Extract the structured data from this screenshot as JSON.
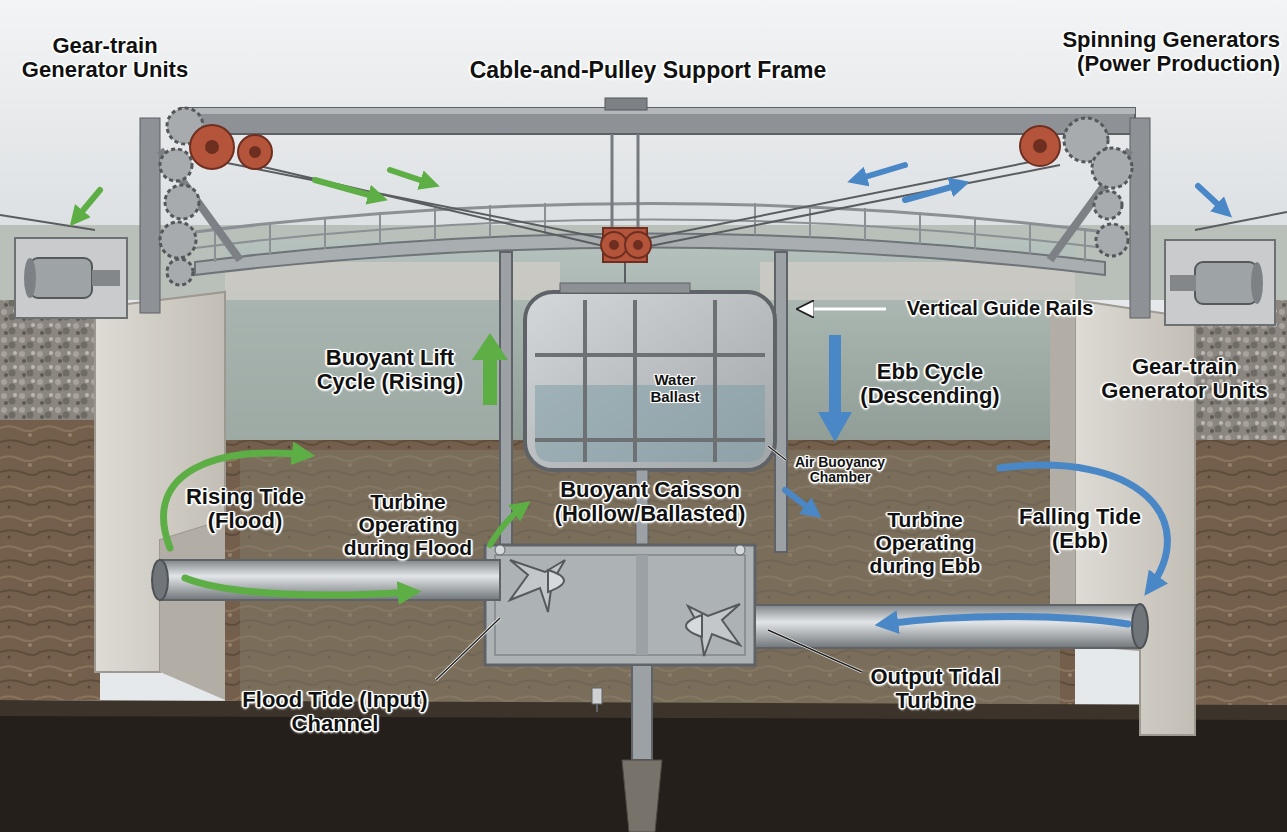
{
  "diagram": {
    "nodes": [
      {
        "text": [
          "Water Ballast"
        ]
      }
    ],
    "labels": [
      "Gear-train Generator Units",
      "Cable-and-Pulley Support Frame",
      "Spinning Generators (Power Production)",
      "Vertical Guide Rails",
      "Buoyant Lift Cycle (Rising)",
      "Ebb Cycle (Descending)",
      "Gear-train Generator Units",
      "Air Buoyancy Chamber",
      "Rising Tide (Flood)",
      "Turbine Operating during Flood",
      "Buoyant Caisson (Hollow/Ballasted)",
      "Turbine Operating during Ebb",
      "Falling Tide (Ebb)",
      "Flood Tide (Input) Channel",
      "Output Tidal Turbine"
    ]
  }
}
